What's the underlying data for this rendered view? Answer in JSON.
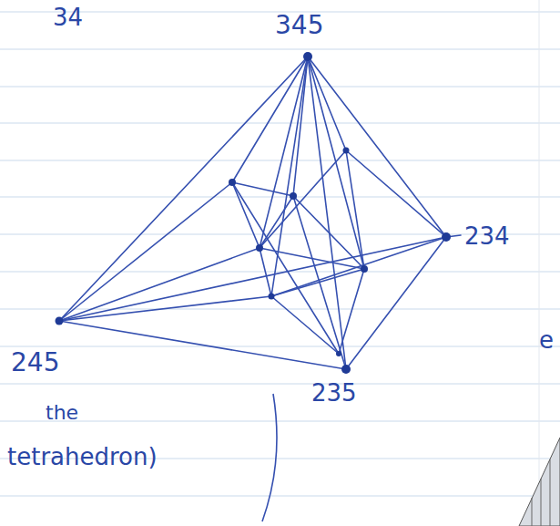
{
  "diagram": {
    "labels": [
      "34",
      "345",
      "234",
      "245",
      "235",
      "the",
      "tetrahedron)",
      "e"
    ]
  }
}
